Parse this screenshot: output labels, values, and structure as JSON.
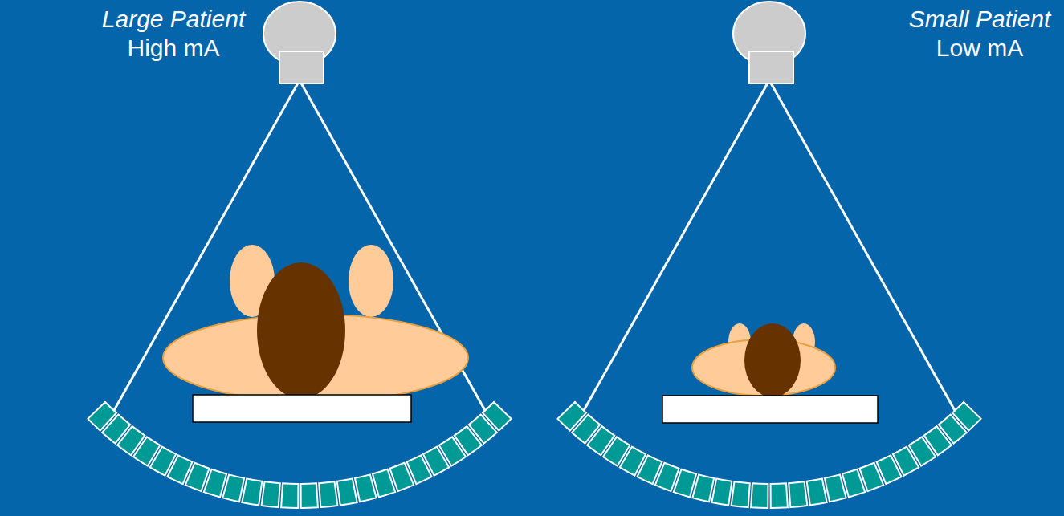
{
  "diagram": {
    "labels": [
      "Large Patient",
      "High mA",
      "Small Patient",
      "Low mA"
    ]
  }
}
